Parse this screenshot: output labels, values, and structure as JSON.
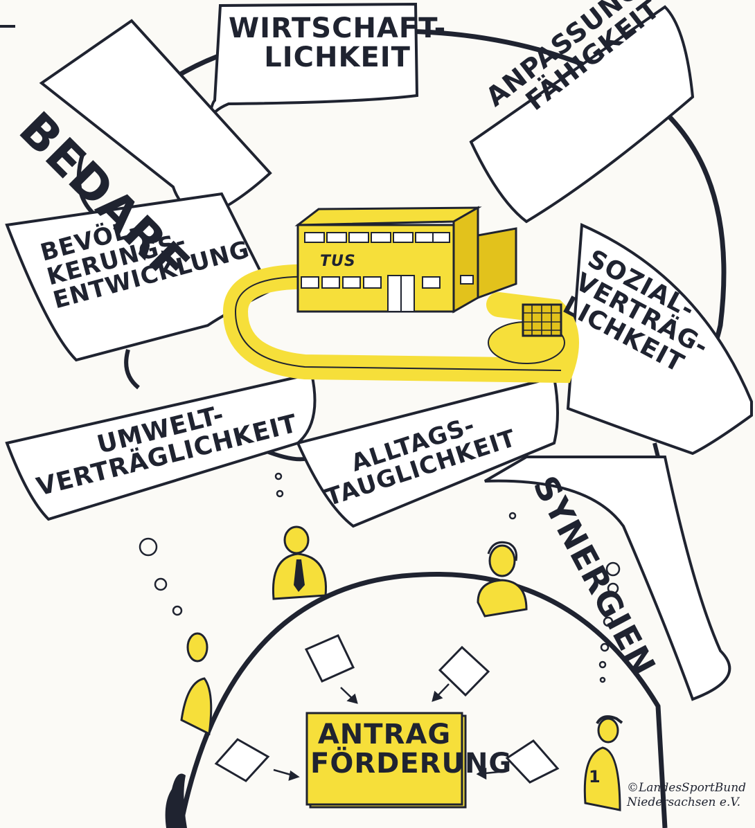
{
  "bubbles": {
    "wirtschaftlichkeit": [
      "WIRTSCHAFT-",
      "LICHKEIT"
    ],
    "bedarf": [
      "BEDARF"
    ],
    "anpassungsfaehigkeit": [
      "ANPASSUNGS-",
      "FÄHIGKEIT"
    ],
    "bevoelkerungsentwicklung": [
      "BEVÖL-",
      "KERUNGS-",
      "ENTWICKLUNG"
    ],
    "sozialvertraeglichkeit": [
      "SOZIAL-",
      "VERTRÄG-",
      "LICHKEIT"
    ],
    "umweltvertraeglichkeit": [
      "UMWELT-",
      "VERTRÄGLICHKEIT"
    ],
    "alltagstauglichkeit": [
      "ALLTAGS-",
      "TAUGLICHKEIT"
    ],
    "synergien": [
      "SYNERGIEN"
    ]
  },
  "building_sign": "TUS",
  "antrag": [
    "ANTRAG",
    "FÖRDERUNG"
  ],
  "person_number": "1",
  "copyright": [
    "©LandesSportBund",
    "Niedersachsen e.V."
  ],
  "colors": {
    "ink": "#1f2330",
    "yellow": "#f6df3a",
    "yellow_dark": "#e2c21c",
    "paper": "#fbfaf6"
  }
}
